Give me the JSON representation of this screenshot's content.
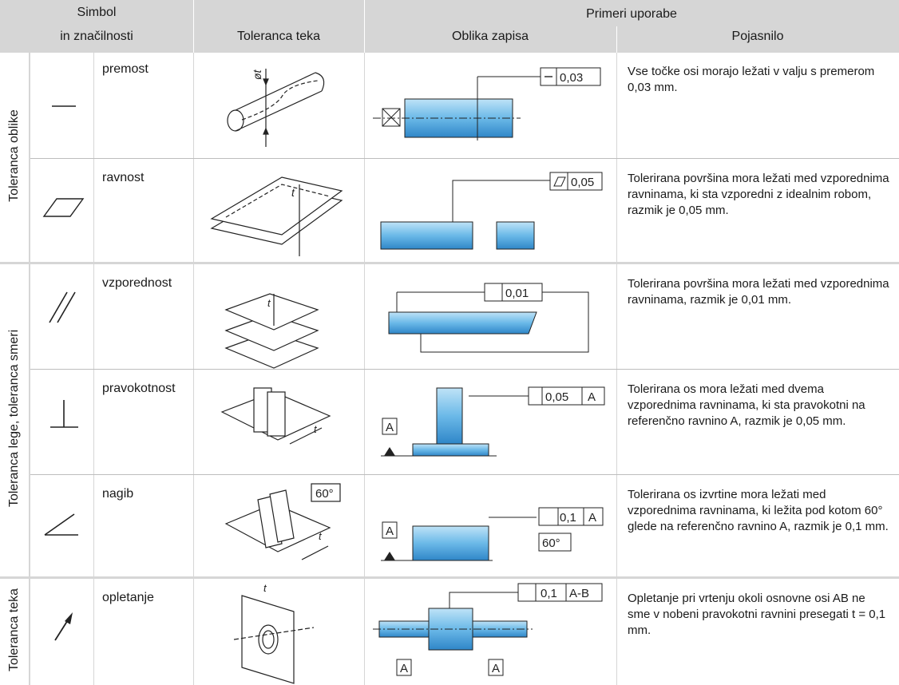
{
  "header": {
    "symbol_line1": "Simbol",
    "symbol_line2": "in značilnosti",
    "tolerance_zone": "Toleranca teka",
    "examples": "Primeri uporabe",
    "notation": "Oblika zapisa",
    "explanation": "Pojasnilo"
  },
  "categories": {
    "form": "Toleranca oblike",
    "orientation": "Toleranca lege, toleranca smeri",
    "runout": "Toleranca teka"
  },
  "rows": [
    {
      "name": "premost",
      "callout": "0,03",
      "zone_label": "øt",
      "explanation": "Vse točke osi morajo ležati v valju s premerom 0,03 mm."
    },
    {
      "name": "ravnost",
      "callout": "0,05",
      "zone_label": "t",
      "explanation": "Tolerirana površina mora ležati med vzporednima ravninama, ki sta vzporedni z idealnim robom, razmik je 0,05 mm."
    },
    {
      "name": "vzporednost",
      "callout": "0,01",
      "zone_label": "t",
      "explanation": "Tolerirana površina mora ležati med vzporednima ravninama, razmik je 0,01 mm."
    },
    {
      "name": "pravokotnost",
      "callout": "0,05",
      "datum": "A",
      "zone_label": "t",
      "explanation": "Tolerirana os mora ležati med dvema vzporednima ravninama, ki sta pravokotni na referenčno ravnino A, razmik je 0,05 mm."
    },
    {
      "name": "nagib",
      "callout": "0,1",
      "datum": "A",
      "angle": "60°",
      "zone_label": "t",
      "explanation": "Tolerirana os izvrtine mora ležati med vzporednima ravninama, ki ležita pod kotom 60° glede na referenčno ravnino A, razmik je 0,1 mm."
    },
    {
      "name": "opletanje",
      "callout": "0,1",
      "datum": "A-B",
      "datum_a": "A",
      "datum_b": "A",
      "zone_label": "t",
      "explanation": "Opletanje pri vrtenju okoli osnovne osi AB ne sme v nobeni pravokotni ravnini presegati t = 0,1 mm."
    }
  ],
  "colors": {
    "header_bg": "#d6d6d6",
    "part_blue": "#3a9ad9",
    "part_light": "#bfe3f7"
  }
}
